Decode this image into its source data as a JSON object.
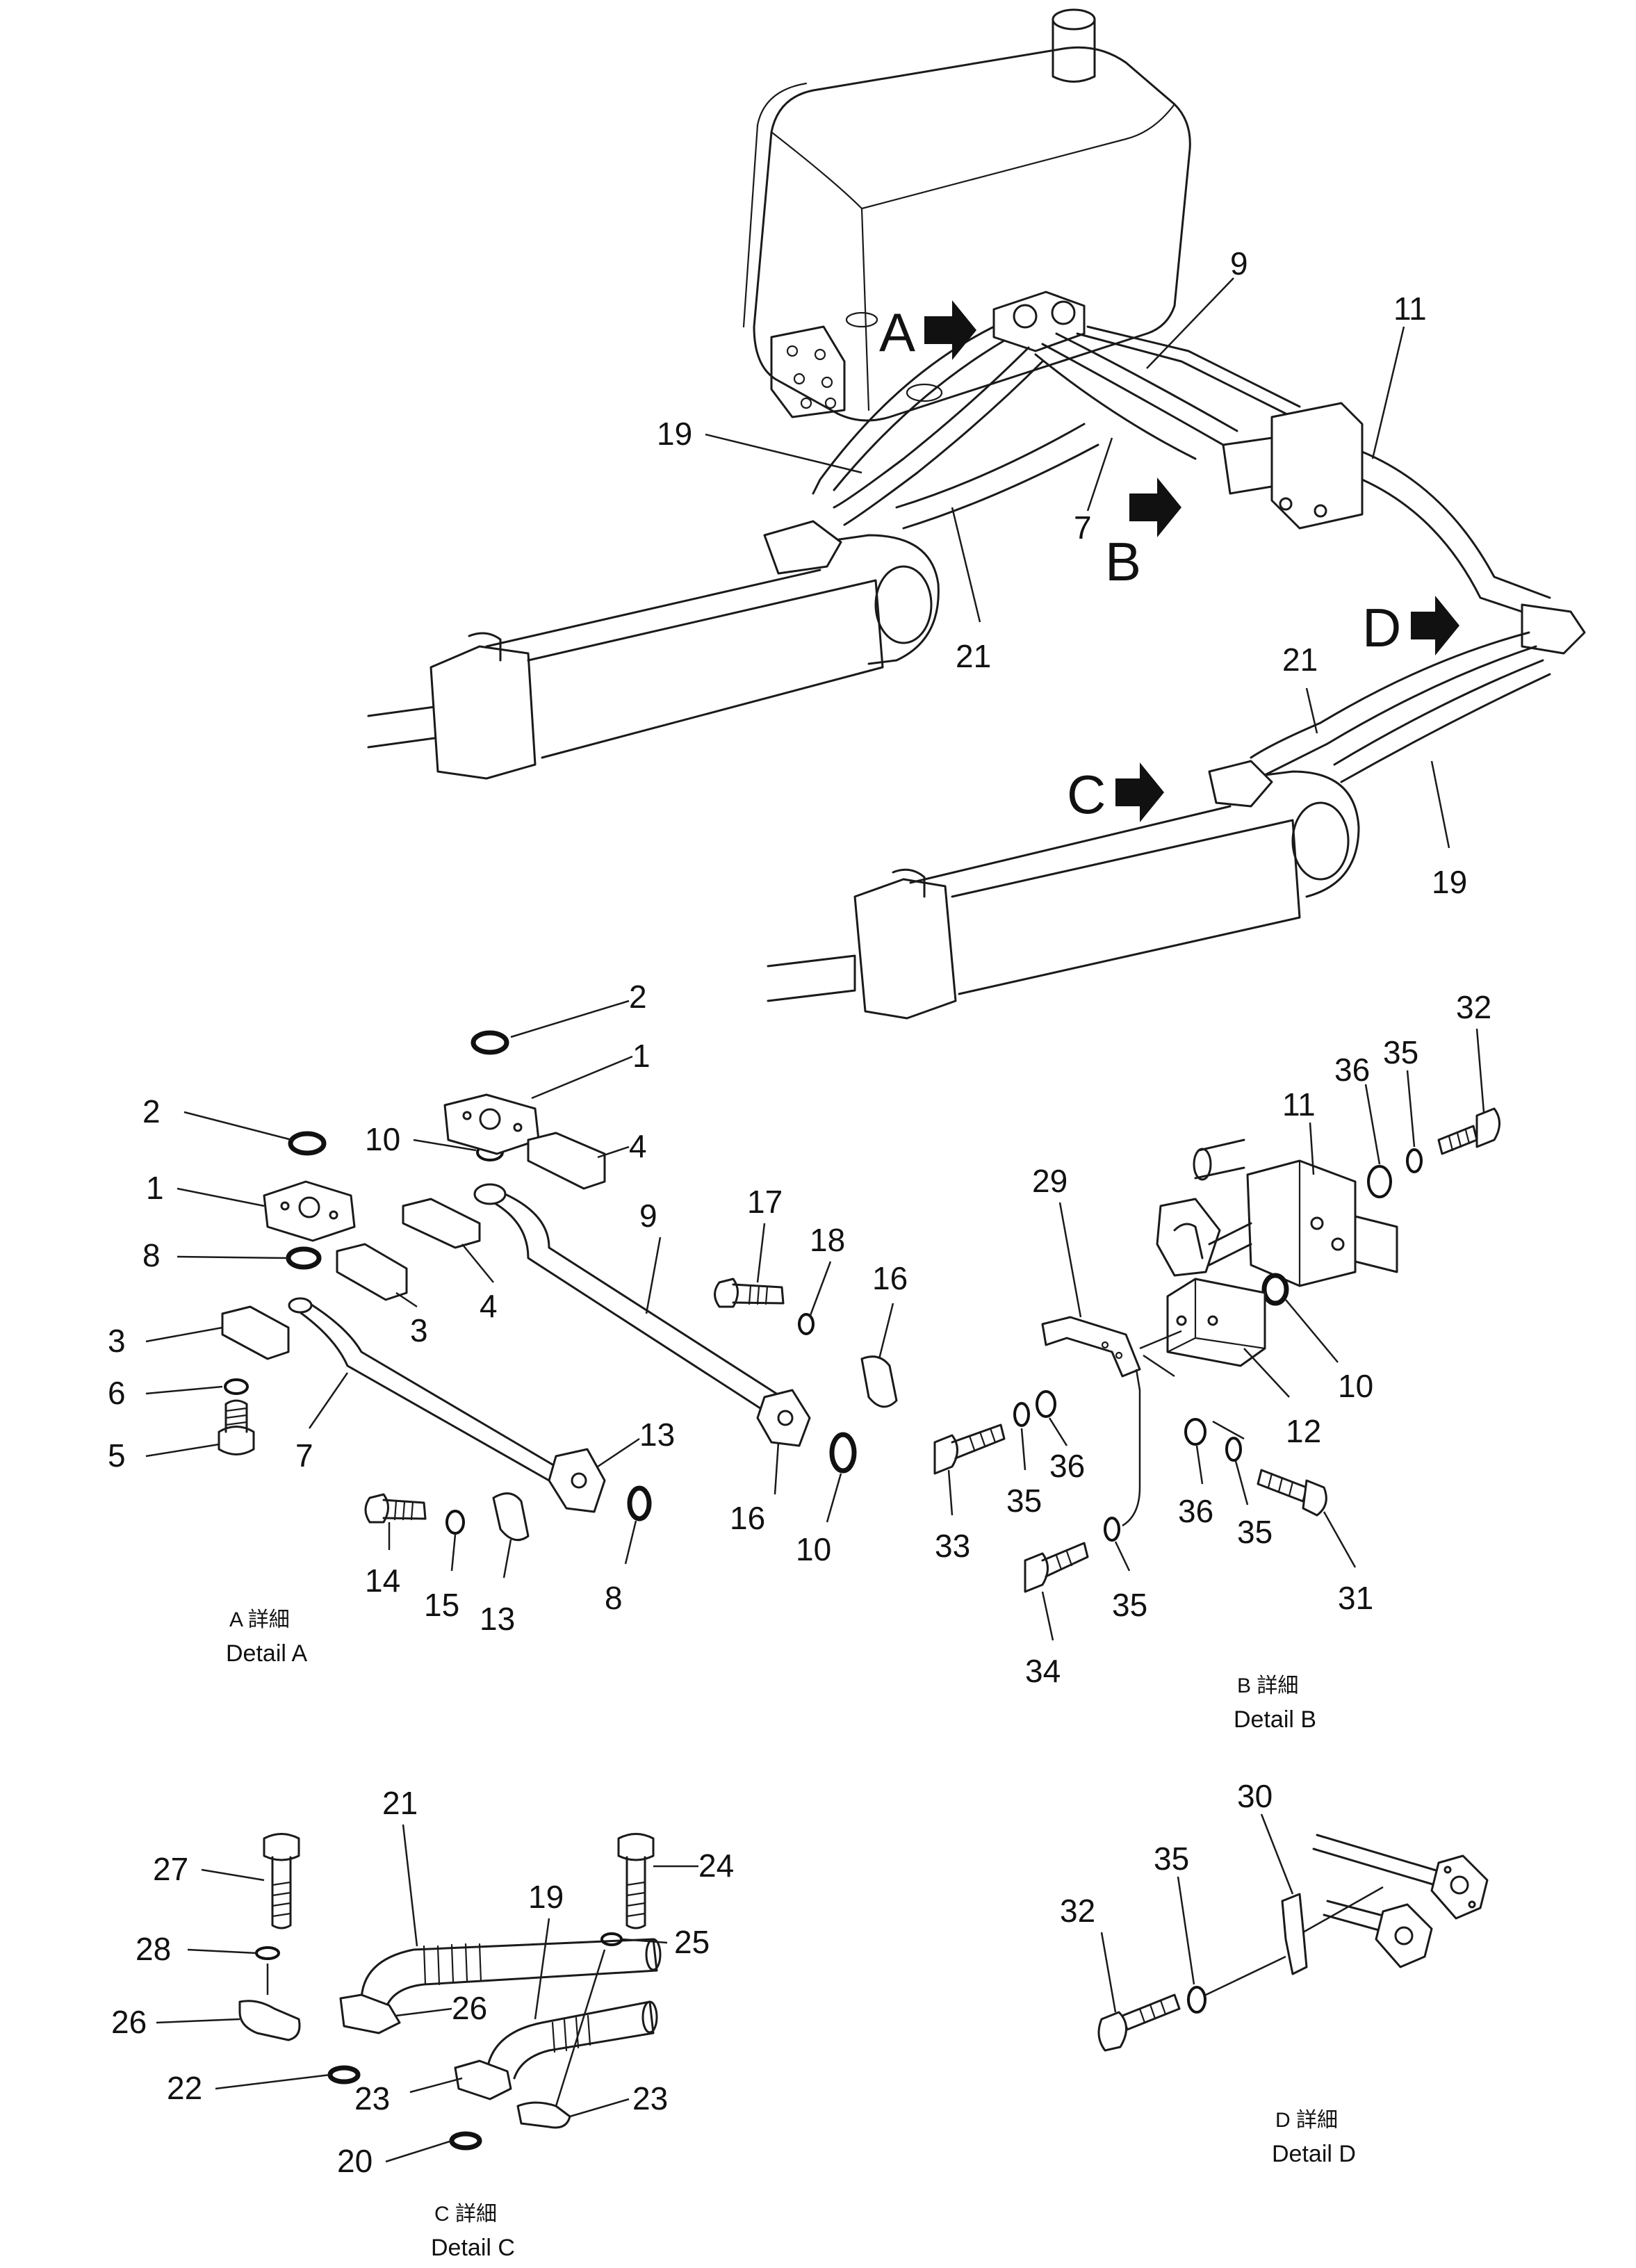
{
  "overview": {
    "view_markers": [
      "A",
      "B",
      "C",
      "D"
    ],
    "callouts": [
      "9",
      "11",
      "19",
      "7",
      "21",
      "21",
      "19"
    ]
  },
  "detail_a": {
    "caption_jp": "A 詳細",
    "caption_en": "Detail  A",
    "callouts": [
      "2",
      "1",
      "2",
      "10",
      "4",
      "1",
      "8",
      "3",
      "4",
      "3",
      "6",
      "5",
      "7",
      "9",
      "17",
      "18",
      "16",
      "13",
      "16",
      "10",
      "14",
      "15",
      "13",
      "8"
    ]
  },
  "detail_b": {
    "caption_jp": "B 詳細",
    "caption_en": "Detail  B",
    "callouts": [
      "32",
      "36",
      "35",
      "11",
      "29",
      "10",
      "12",
      "33",
      "35",
      "36",
      "36",
      "35",
      "31",
      "34",
      "35"
    ]
  },
  "detail_c": {
    "caption_jp": "C 詳細",
    "caption_en": "Detail  C",
    "callouts": [
      "21",
      "27",
      "24",
      "19",
      "28",
      "25",
      "26",
      "26",
      "22",
      "23",
      "23",
      "20"
    ]
  },
  "detail_d": {
    "caption_jp": "D 詳細",
    "caption_en": "Detail  D",
    "callouts": [
      "30",
      "35",
      "32"
    ]
  }
}
